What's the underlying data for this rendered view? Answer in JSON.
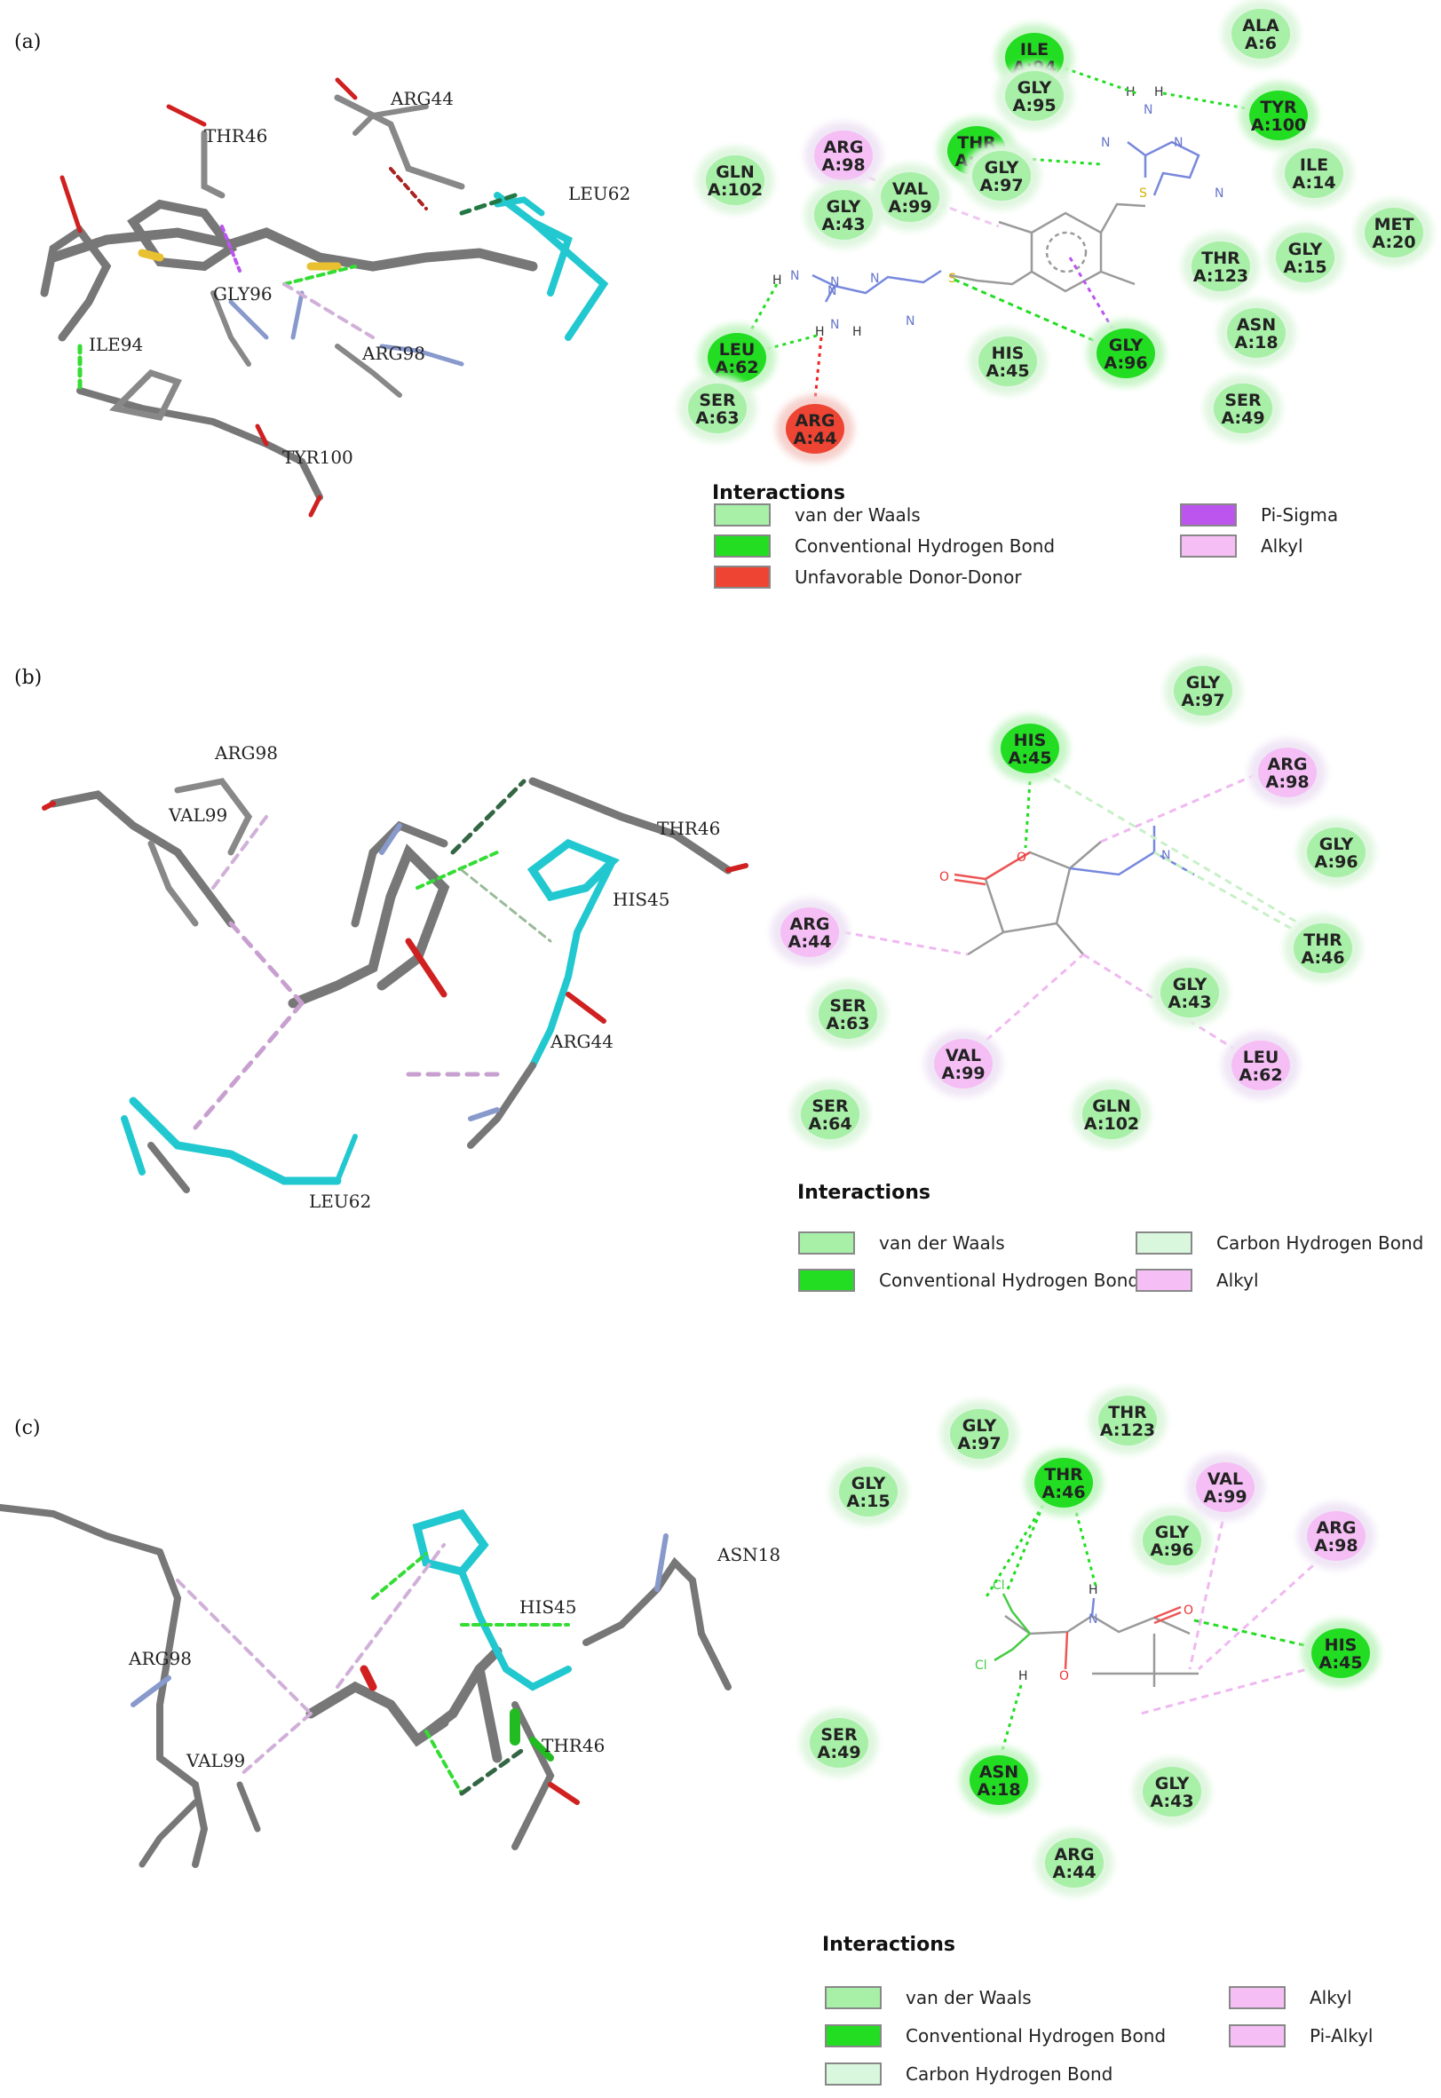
{
  "colors": {
    "vdw": "#a8efa8",
    "conv_hbond": "#22dd22",
    "unfavorable": "#ee4433",
    "pi_sigma": "#bb55ee",
    "alkyl": "#f5bff5",
    "carbon_hbond": "#d9f7dc",
    "pi_alkyl": "#f5bff5"
  },
  "panels": [
    {
      "label": "(a)",
      "labels3d": [
        {
          "text": "ARG44"
        },
        {
          "text": "THR46"
        },
        {
          "text": "LEU62"
        },
        {
          "text": "GLY96"
        },
        {
          "text": "ILE94"
        },
        {
          "text": "ARG98"
        },
        {
          "text": "TYR100"
        }
      ],
      "residues": [
        {
          "name": "ILE",
          "id": "A:94",
          "type": "conv_hbond"
        },
        {
          "name": "ALA",
          "id": "A:6",
          "type": "vdw"
        },
        {
          "name": "GLY",
          "id": "A:95",
          "type": "vdw"
        },
        {
          "name": "TYR",
          "id": "A:100",
          "type": "conv_hbond"
        },
        {
          "name": "THR",
          "id": "A:46",
          "type": "conv_hbond"
        },
        {
          "name": "GLY",
          "id": "A:97",
          "type": "vdw"
        },
        {
          "name": "ARG",
          "id": "A:98",
          "type": "alkyl"
        },
        {
          "name": "ILE",
          "id": "A:14",
          "type": "vdw"
        },
        {
          "name": "GLN",
          "id": "A:102",
          "type": "vdw"
        },
        {
          "name": "VAL",
          "id": "A:99",
          "type": "vdw"
        },
        {
          "name": "GLY",
          "id": "A:43",
          "type": "vdw"
        },
        {
          "name": "MET",
          "id": "A:20",
          "type": "vdw"
        },
        {
          "name": "THR",
          "id": "A:123",
          "type": "vdw"
        },
        {
          "name": "GLY",
          "id": "A:15",
          "type": "vdw"
        },
        {
          "name": "LEU",
          "id": "A:62",
          "type": "conv_hbond"
        },
        {
          "name": "HIS",
          "id": "A:45",
          "type": "vdw"
        },
        {
          "name": "GLY",
          "id": "A:96",
          "type": "conv_hbond"
        },
        {
          "name": "ASN",
          "id": "A:18",
          "type": "vdw"
        },
        {
          "name": "SER",
          "id": "A:63",
          "type": "vdw"
        },
        {
          "name": "SER",
          "id": "A:49",
          "type": "vdw"
        },
        {
          "name": "ARG",
          "id": "A:44",
          "type": "unfavorable"
        }
      ],
      "atoms": [
        {
          "text": "H"
        },
        {
          "text": "H"
        },
        {
          "text": "N"
        },
        {
          "text": "N"
        },
        {
          "text": "N"
        },
        {
          "text": "N"
        },
        {
          "text": "S"
        },
        {
          "text": "H"
        },
        {
          "text": "N"
        },
        {
          "text": "N"
        },
        {
          "text": "N"
        },
        {
          "text": "S"
        },
        {
          "text": "N"
        },
        {
          "text": "H"
        },
        {
          "text": "N"
        },
        {
          "text": "H"
        },
        {
          "text": "N"
        }
      ],
      "legend": {
        "title": "Interactions",
        "items": [
          {
            "label": "van der Waals",
            "type": "vdw"
          },
          {
            "label": "Conventional Hydrogen Bond",
            "type": "conv_hbond"
          },
          {
            "label": "Unfavorable Donor-Donor",
            "type": "unfavorable"
          },
          {
            "label": "Pi-Sigma",
            "type": "pi_sigma"
          },
          {
            "label": "Alkyl",
            "type": "alkyl"
          }
        ]
      }
    },
    {
      "label": "(b)",
      "labels3d": [
        {
          "text": "ARG98"
        },
        {
          "text": "VAL99"
        },
        {
          "text": "THR46"
        },
        {
          "text": "HIS45"
        },
        {
          "text": "ARG44"
        },
        {
          "text": "LEU62"
        }
      ],
      "residues": [
        {
          "name": "GLY",
          "id": "A:97",
          "type": "vdw"
        },
        {
          "name": "HIS",
          "id": "A:45",
          "type": "conv_hbond"
        },
        {
          "name": "ARG",
          "id": "A:98",
          "type": "alkyl"
        },
        {
          "name": "GLY",
          "id": "A:96",
          "type": "vdw"
        },
        {
          "name": "ARG",
          "id": "A:44",
          "type": "alkyl"
        },
        {
          "name": "THR",
          "id": "A:46",
          "type": "vdw"
        },
        {
          "name": "SER",
          "id": "A:63",
          "type": "vdw"
        },
        {
          "name": "GLY",
          "id": "A:43",
          "type": "vdw"
        },
        {
          "name": "VAL",
          "id": "A:99",
          "type": "alkyl"
        },
        {
          "name": "LEU",
          "id": "A:62",
          "type": "alkyl"
        },
        {
          "name": "SER",
          "id": "A:64",
          "type": "vdw"
        },
        {
          "name": "GLN",
          "id": "A:102",
          "type": "vdw"
        }
      ],
      "atoms": [
        {
          "text": "O"
        },
        {
          "text": "O"
        },
        {
          "text": "N"
        }
      ],
      "legend": {
        "title": "Interactions",
        "items": [
          {
            "label": "van der Waals",
            "type": "vdw"
          },
          {
            "label": "Conventional Hydrogen Bond",
            "type": "conv_hbond"
          },
          {
            "label": "Carbon Hydrogen Bond",
            "type": "carbon_hbond"
          },
          {
            "label": "Alkyl",
            "type": "alkyl"
          }
        ]
      }
    },
    {
      "label": "(c)",
      "labels3d": [
        {
          "text": "ASN18"
        },
        {
          "text": "HIS45"
        },
        {
          "text": "ARG98"
        },
        {
          "text": "THR46"
        },
        {
          "text": "VAL99"
        }
      ],
      "residues": [
        {
          "name": "GLY",
          "id": "A:97",
          "type": "vdw"
        },
        {
          "name": "THR",
          "id": "A:123",
          "type": "vdw"
        },
        {
          "name": "GLY",
          "id": "A:15",
          "type": "vdw"
        },
        {
          "name": "THR",
          "id": "A:46",
          "type": "conv_hbond"
        },
        {
          "name": "VAL",
          "id": "A:99",
          "type": "alkyl"
        },
        {
          "name": "ARG",
          "id": "A:98",
          "type": "alkyl"
        },
        {
          "name": "GLY",
          "id": "A:96",
          "type": "vdw"
        },
        {
          "name": "HIS",
          "id": "A:45",
          "type": "conv_hbond"
        },
        {
          "name": "SER",
          "id": "A:49",
          "type": "vdw"
        },
        {
          "name": "ASN",
          "id": "A:18",
          "type": "conv_hbond"
        },
        {
          "name": "GLY",
          "id": "A:43",
          "type": "vdw"
        },
        {
          "name": "ARG",
          "id": "A:44",
          "type": "vdw"
        }
      ],
      "atoms": [
        {
          "text": "Cl"
        },
        {
          "text": "Cl"
        },
        {
          "text": "H"
        },
        {
          "text": "N"
        },
        {
          "text": "O"
        },
        {
          "text": "H"
        },
        {
          "text": "O"
        }
      ],
      "legend": {
        "title": "Interactions",
        "items": [
          {
            "label": "van der Waals",
            "type": "vdw"
          },
          {
            "label": "Conventional Hydrogen Bond",
            "type": "conv_hbond"
          },
          {
            "label": "Carbon Hydrogen Bond",
            "type": "carbon_hbond"
          },
          {
            "label": "Alkyl",
            "type": "alkyl"
          },
          {
            "label": "Pi-Alkyl",
            "type": "pi_alkyl"
          }
        ]
      }
    }
  ]
}
